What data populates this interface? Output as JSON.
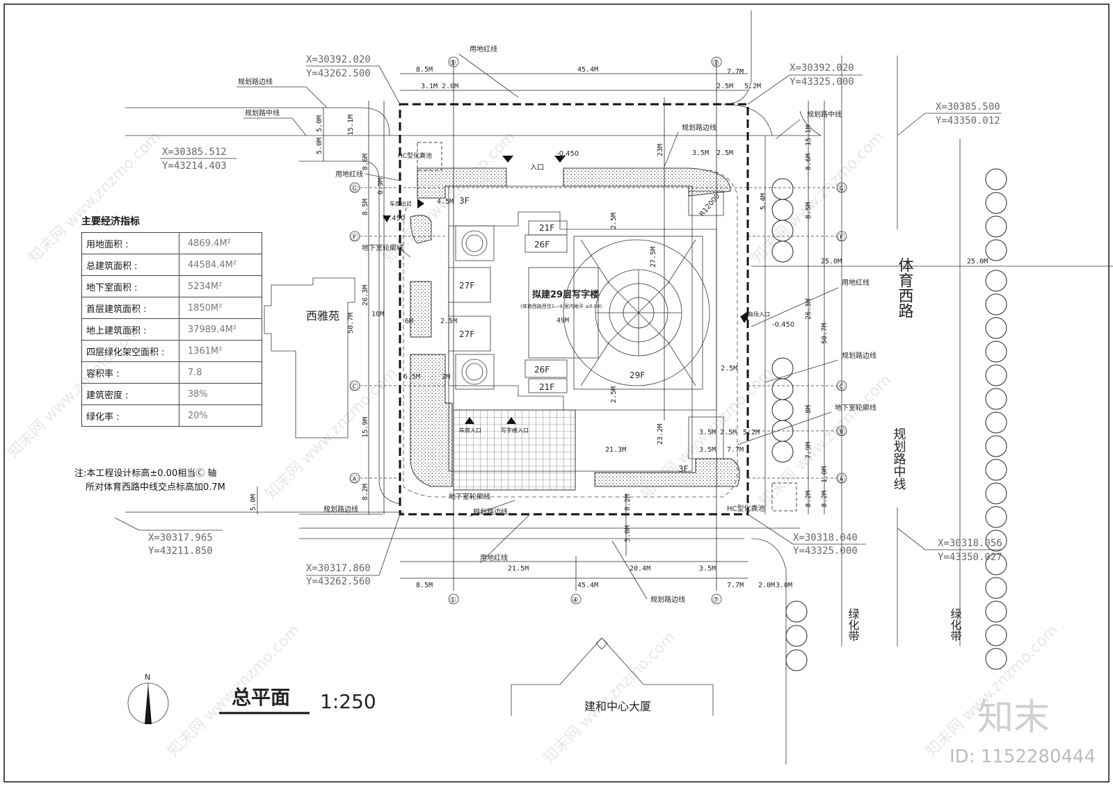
{
  "drawing": {
    "title": "总平面",
    "scale": "1:250",
    "north": "N",
    "watermark_brand": "知末",
    "watermark_id": "ID: 1152280444",
    "watermark_site": "知末网 www.znzmo.com"
  },
  "indicators": {
    "heading": "主要经济指标",
    "rows": [
      {
        "label": "用地面积 :",
        "value": "4869.4M²"
      },
      {
        "label": "总建筑面积 :",
        "value": "44584.4M²"
      },
      {
        "label": "地下室面积 :",
        "value": "5234M²"
      },
      {
        "label": "首层建筑面积 :",
        "value": "1850M²"
      },
      {
        "label": "地上建筑面积 :",
        "value": "37989.4M²"
      },
      {
        "label": "四层绿化架空面积 :",
        "value": "1361M²"
      },
      {
        "label": "容积率 :",
        "value": "7.8"
      },
      {
        "label": "建筑密度 :",
        "value": "38%"
      },
      {
        "label": "绿化率 :",
        "value": "20%"
      }
    ]
  },
  "notes": {
    "line1": "注:本工程设计标高±0.00相当Ⓒ 轴",
    "line2": "所对体育西路中线交点标高加0.7M"
  },
  "coords": {
    "c1x": "X=30392.020",
    "c1y": "Y=43262.500",
    "c2x": "X=30392.020",
    "c2y": "Y=43325.000",
    "c3x": "X=30385.500",
    "c3y": "Y=43350.012",
    "c4x": "X=30385.512",
    "c4y": "Y=43214.403",
    "c5x": "X=30317.965",
    "c5y": "Y=43211.850",
    "c6x": "X=30317.860",
    "c6y": "Y=43262.560",
    "c7x": "X=30318.040",
    "c7y": "Y=43325.000",
    "c8x": "X=30318.056",
    "c8y": "Y=43350.027"
  },
  "labels": {
    "redline": "用地红线",
    "road_edge": "规划路边线",
    "road_center": "规划路中线",
    "basement": "地下室轮廓线",
    "septic": "HC型化粪池",
    "entrance": "入口",
    "car_exit": "车库出口",
    "car_entry": "车库入口",
    "office_entry": "写字楼入口",
    "commerce_entry": "商场入口",
    "building": "拟建29层写字楼",
    "building_sub": "(体育西路西住1—4,室内地平  ±0.00)",
    "neighbor": "西雅苑",
    "street": "体育西路",
    "greenbelt": "绿化带",
    "center_building": "建和中心大厦",
    "lvl_m045": "-0.450",
    "radius": "R12000"
  },
  "floors": [
    "3F",
    "21F",
    "26F",
    "27F",
    "27F",
    "26F",
    "21F",
    "29F",
    "3F"
  ],
  "axes": [
    "①",
    "④",
    "⑦",
    "Ⓖ",
    "Ⓕ",
    "Ⓒ",
    "Ⓑ",
    "Ⓐ"
  ],
  "dims": {
    "top": [
      "8.5M",
      "45.4M",
      "7.7M",
      "3.1M",
      "2.0M",
      "2.5M",
      "5.2M"
    ],
    "bottom1": [
      "21.5M",
      "20.4M",
      "3.5M"
    ],
    "bottom2": [
      "8.5M",
      "45.4M",
      "7.7M",
      "2.0M",
      "3.0M"
    ],
    "left": [
      "5.0M",
      "5.0M",
      "15.1M",
      "8.6M",
      "0.9M",
      "8.5M",
      "26.3M",
      "50.7M",
      "10M",
      "15.9M",
      "8.2M",
      "5.0M"
    ],
    "right": [
      "15.1M",
      "8.6M",
      "8.5M",
      "26.3M",
      "50.7M",
      "8M",
      "7.9M",
      "1.0M",
      "8.2M",
      "8.2M"
    ],
    "inner": [
      "23M",
      "3.5M",
      "2.5M",
      "4.5M",
      "2.5M",
      "27.5M",
      "49M",
      "2.5M",
      "6M",
      "2.5M",
      "6.5M",
      "2M",
      "2.5M",
      "21.3M",
      "23.2M",
      "3.5M",
      "2.5M",
      "5.2M",
      "3.5M",
      "7.7M",
      "8.2M",
      "5.0M",
      "5.4M",
      "25.0M",
      "25.0M"
    ]
  }
}
